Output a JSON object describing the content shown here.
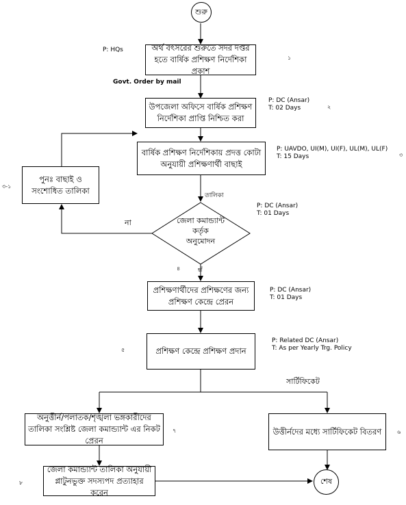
{
  "start": "শুরু",
  "end": "শেষ",
  "steps": {
    "s1": {
      "text": "অর্থ বৎসরের শুরুতে সদর দপ্তর হতে বার্ষিক প্রশিক্ষণ নির্দেশিকা প্রকাশ",
      "meta": "P: HQs",
      "num": "১"
    },
    "govt": "Govt. Order by mail",
    "s2": {
      "text": "উপজেলা অফিসে বার্ষিক প্রশিক্ষণ নির্দেশিকা প্রাপ্তি নিশ্চিত করা",
      "meta1": "P: DC (Ansar)",
      "meta2": "T: 02 Days",
      "num": "২"
    },
    "s3": {
      "text": "বার্ষিক প্রশিক্ষণ নির্দেশিকায় প্রদত্ত কোটা অনুযায়ী প্রশিক্ষণার্থী বাছাই",
      "meta1": "P: UAVDO, UI(M), UI(F), UL(M), UL(F)",
      "meta2": "T: 15 Days",
      "num": "৩"
    },
    "reselect": {
      "text": "পুনঃ বাছাই ও সংশোধিত তালিকা",
      "num": "৩-১"
    },
    "list_label": "তালিকা",
    "decision": {
      "line1": "জেলা কমান্ড্যান্ট",
      "line2": "কর্তৃক",
      "line3": "অনুমোদন",
      "meta1": "P: DC (Ansar)",
      "meta2": "T: 01 Days",
      "no": "না",
      "yes": "হাঁ",
      "num": "৪"
    },
    "s5": {
      "text": "প্রশিক্ষণার্থীদের প্রশিক্ষণের জন্য প্রশিক্ষণ কেন্দ্রে প্রেরন",
      "meta1": "P: DC (Ansar)",
      "meta2": "T: 01 Days"
    },
    "s6": {
      "text": "প্রশিক্ষণ কেন্দ্রে প্রশিক্ষণ প্রদান",
      "meta1": "P: Related DC (Ansar)",
      "meta2": "T: As per Yearly Trg. Policy",
      "num": "৫"
    },
    "certificate": "সার্টিফিকেট",
    "s7": {
      "text": "অনুত্তীর্ন/পলাতক/শৃঙ্খলা ভঙ্গকারীদের তালিকা সংশ্লিষ্ট জেলা কমান্ড্যান্ট এর নিকট প্রেরন",
      "num": "৭"
    },
    "s8": {
      "text": "উত্তীর্নদের মধ্যে সার্টিফিকেট বিতরণ",
      "num": "৬"
    },
    "s9": {
      "text": "জেলা কমান্ড্যান্ট তালিকা অনুযায়ী প্লাটুনভুক্ত সদস্যপদ প্রত্যাহার করেন",
      "num": "৮"
    }
  }
}
